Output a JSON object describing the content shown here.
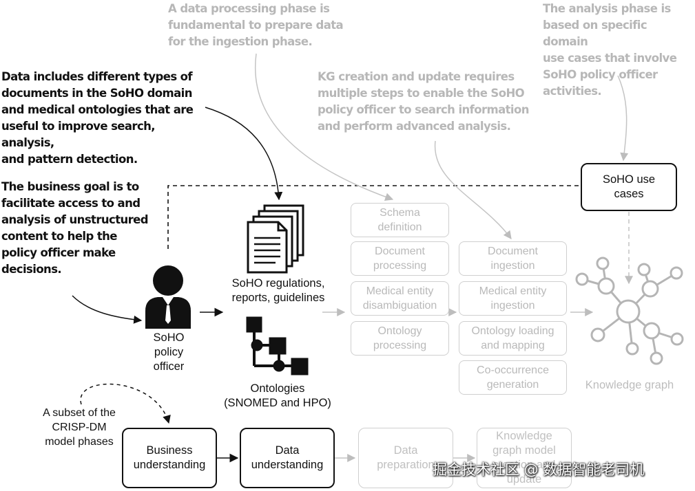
{
  "annotations": {
    "data_includes": "Data includes different types of\ndocuments in the SoHO domain\nand medical ontologies that are\nuseful to improve search, analysis,\nand pattern detection.",
    "business_goal": "The business goal is to\nfacilitate access to and\nanalysis of unstructured\ncontent to help the\npolicy officer make\ndecisions.",
    "data_processing": "A data processing phase is\nfundamental to prepare data\nfor the ingestion phase.",
    "kg_creation": "KG creation and update requires\nmultiple steps to enable the SoHO\npolicy officer to search information\nand perform advanced analysis.",
    "analysis_phase": "The analysis phase is\nbased on specific domain\nuse cases that involve\nSoHO policy officer\nactivities."
  },
  "actor": {
    "label": "SoHO\npolicy\nofficer"
  },
  "documents": {
    "label": "SoHO regulations,\nreports, guidelines"
  },
  "ontologies": {
    "label": "Ontologies\n(SNOMED and HPO)"
  },
  "processing_steps": [
    "Schema\ndefinition",
    "Document\nprocessing",
    "Medical entity\ndisambiguation",
    "Ontology\nprocessing"
  ],
  "ingestion_steps": [
    "Document\ningestion",
    "Medical entity\ningestion",
    "Ontology loading\nand mapping",
    "Co-occurrence\ngeneration"
  ],
  "use_cases": {
    "label": "SoHO use\ncases"
  },
  "knowledge_graph": {
    "label": "Knowledge graph"
  },
  "crisp_dm": {
    "note": "A subset of the\nCRISP-DM\nmodel phases",
    "phases": [
      "Business\nunderstanding",
      "Data\nunderstanding",
      "Data\npreparation",
      "Knowledge\ngraph model\ncreation and\nupdate"
    ]
  },
  "watermark": "掘金技术社区 @ 数据智能老司机",
  "colors": {
    "dark": "#111111",
    "gray_text": "#b7b7b7",
    "pale_border": "#cfcfcf",
    "graph": "#b5b5b5"
  }
}
